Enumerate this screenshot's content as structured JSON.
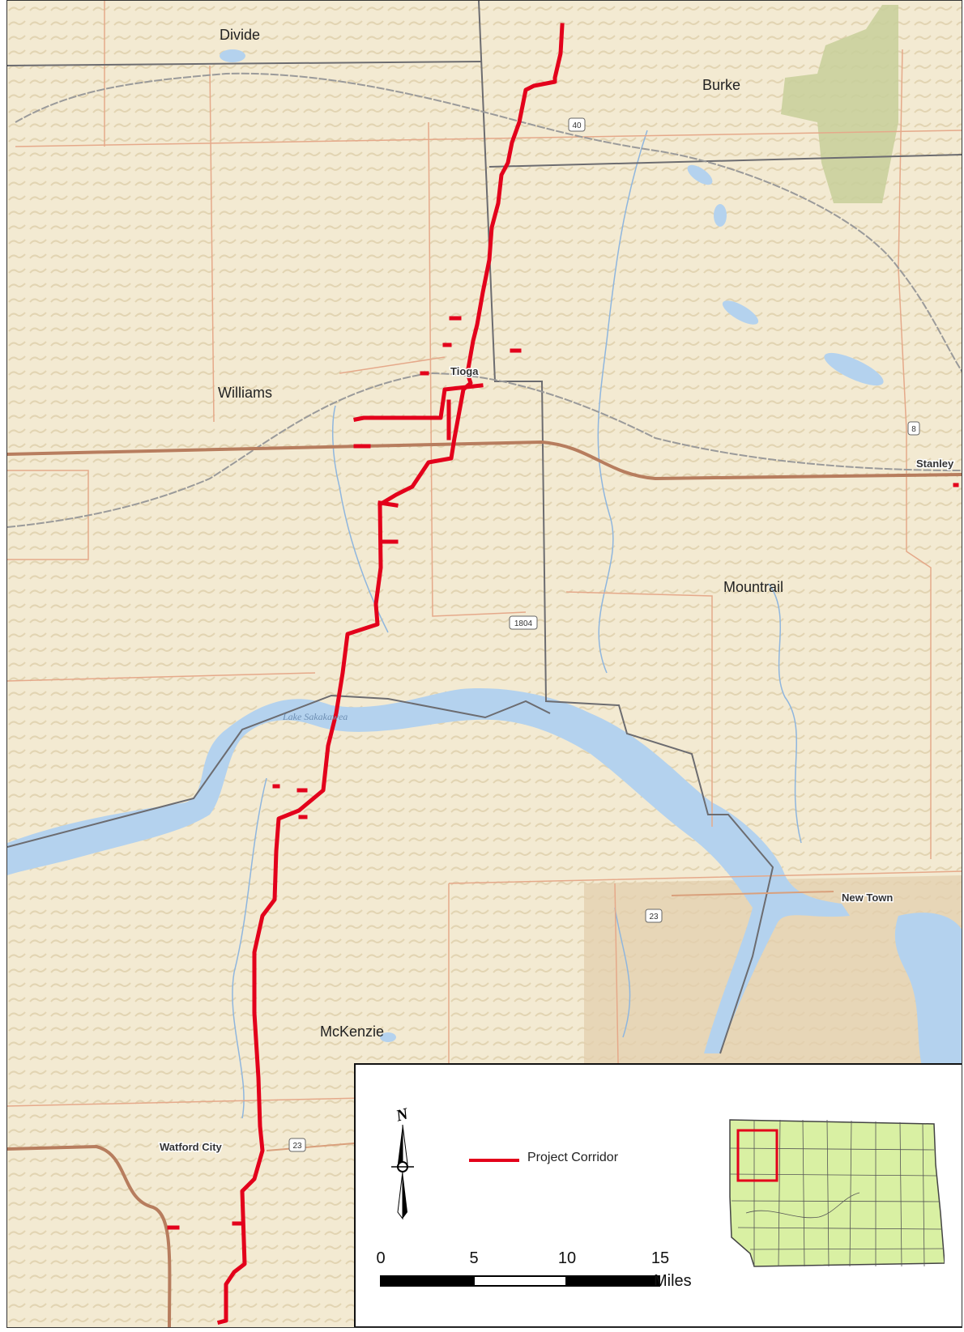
{
  "map": {
    "counties": [
      "Divide",
      "Burke",
      "Williams",
      "Mountrail",
      "McKenzie"
    ],
    "towns": [
      "Tioga",
      "Stanley",
      "New Town",
      "Watford City"
    ],
    "water_label": "Lake Sakakawea",
    "route_shields": [
      "40",
      "8",
      "1804",
      "23",
      "23"
    ]
  },
  "legend": {
    "north_label": "N",
    "corridor_label": "Project Corridor",
    "corridor_color": "#e3001b",
    "scale_ticks": [
      "0",
      "5",
      "10",
      "15"
    ],
    "scale_units": "Miles",
    "inset_state_fill": "#d9f0a3"
  }
}
